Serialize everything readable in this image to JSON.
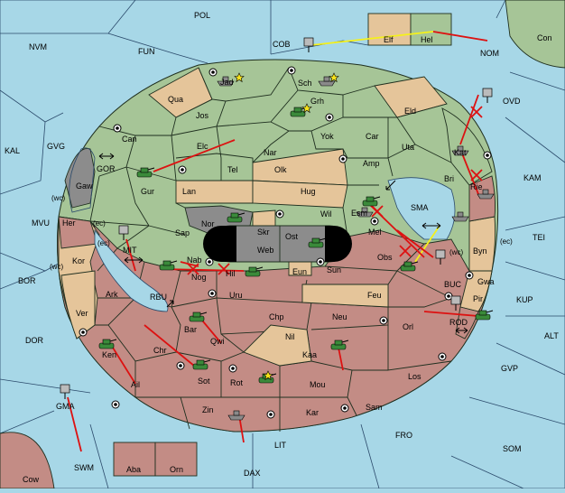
{
  "map": {
    "colors": {
      "sea": "#a7d7e7",
      "green": "#a6c597",
      "tan": "#e5c59a",
      "red": "#c38c85",
      "grey": "#8c8c8c",
      "order_arrow": "#dd1111",
      "support_line": "#f5f11a"
    },
    "sea_labels": [
      {
        "id": "pol",
        "text": "POL"
      },
      {
        "id": "fun",
        "text": "FUN"
      },
      {
        "id": "nvm",
        "text": "NVM"
      },
      {
        "id": "cob",
        "text": "COB"
      },
      {
        "id": "nom",
        "text": "NOM"
      },
      {
        "id": "con",
        "text": "Con"
      },
      {
        "id": "ovd",
        "text": "OVD"
      },
      {
        "id": "kal",
        "text": "KAL"
      },
      {
        "id": "gvg",
        "text": "GVG"
      },
      {
        "id": "gor",
        "text": "GOR"
      },
      {
        "id": "kam",
        "text": "KAM"
      },
      {
        "id": "sma",
        "text": "SMA"
      },
      {
        "id": "tei",
        "text": "TEI"
      },
      {
        "id": "mvu",
        "text": "MVU"
      },
      {
        "id": "mit",
        "text": "MIT"
      },
      {
        "id": "bor",
        "text": "BOR"
      },
      {
        "id": "rbu",
        "text": "RBU"
      },
      {
        "id": "buc",
        "text": "BUC"
      },
      {
        "id": "kup",
        "text": "KUP"
      },
      {
        "id": "rod",
        "text": "ROD"
      },
      {
        "id": "alt",
        "text": "ALT"
      },
      {
        "id": "dor",
        "text": "DOR"
      },
      {
        "id": "gvp",
        "text": "GVP"
      },
      {
        "id": "gma",
        "text": "GMA"
      },
      {
        "id": "fro",
        "text": "FRO"
      },
      {
        "id": "som",
        "text": "SOM"
      },
      {
        "id": "lit",
        "text": "LIT"
      },
      {
        "id": "swm",
        "text": "SWM"
      },
      {
        "id": "dax",
        "text": "DAX"
      },
      {
        "id": "cow",
        "text": "Cow"
      }
    ],
    "land_labels": [
      {
        "id": "elf",
        "text": "Elf"
      },
      {
        "id": "hel",
        "text": "Hel"
      },
      {
        "id": "jad",
        "text": "Jad"
      },
      {
        "id": "sch",
        "text": "Sch"
      },
      {
        "id": "qua",
        "text": "Qua"
      },
      {
        "id": "grh",
        "text": "Grh"
      },
      {
        "id": "jos",
        "text": "Jos"
      },
      {
        "id": "eld",
        "text": "Eld"
      },
      {
        "id": "can",
        "text": "Can"
      },
      {
        "id": "yok",
        "text": "Yok"
      },
      {
        "id": "car",
        "text": "Car"
      },
      {
        "id": "elc",
        "text": "Elc"
      },
      {
        "id": "nar",
        "text": "Nar"
      },
      {
        "id": "uta",
        "text": "Uta"
      },
      {
        "id": "kat",
        "text": "Kat"
      },
      {
        "id": "tel",
        "text": "Tel"
      },
      {
        "id": "amp",
        "text": "Amp"
      },
      {
        "id": "olk",
        "text": "Olk"
      },
      {
        "id": "gaw",
        "text": "Gaw"
      },
      {
        "id": "gur",
        "text": "Gur"
      },
      {
        "id": "rie",
        "text": "Rie"
      },
      {
        "id": "lan",
        "text": "Lan"
      },
      {
        "id": "hug",
        "text": "Hug"
      },
      {
        "id": "bri",
        "text": "Bri"
      },
      {
        "id": "wil",
        "text": "Wil"
      },
      {
        "id": "esm",
        "text": "Esm"
      },
      {
        "id": "her",
        "text": "Her"
      },
      {
        "id": "nor",
        "text": "Nor"
      },
      {
        "id": "skr",
        "text": "Skr"
      },
      {
        "id": "sap",
        "text": "Sap"
      },
      {
        "id": "mel",
        "text": "Mel"
      },
      {
        "id": "ost",
        "text": "Ost"
      },
      {
        "id": "web",
        "text": "Web"
      },
      {
        "id": "byn",
        "text": "Byn"
      },
      {
        "id": "kor",
        "text": "Kor"
      },
      {
        "id": "nab",
        "text": "Nab"
      },
      {
        "id": "obs",
        "text": "Obs"
      },
      {
        "id": "gwa",
        "text": "Gwa"
      },
      {
        "id": "hil",
        "text": "Hil"
      },
      {
        "id": "eun",
        "text": "Eun"
      },
      {
        "id": "sun",
        "text": "Sun"
      },
      {
        "id": "ark",
        "text": "Ark"
      },
      {
        "id": "nog",
        "text": "Nog"
      },
      {
        "id": "pir",
        "text": "Pir"
      },
      {
        "id": "uru",
        "text": "Uru"
      },
      {
        "id": "feu",
        "text": "Feu"
      },
      {
        "id": "ver",
        "text": "Ver"
      },
      {
        "id": "chp",
        "text": "Chp"
      },
      {
        "id": "neu",
        "text": "Neu"
      },
      {
        "id": "orl",
        "text": "Orl"
      },
      {
        "id": "bar",
        "text": "Bar"
      },
      {
        "id": "qwi",
        "text": "Qwi"
      },
      {
        "id": "nil",
        "text": "Nil"
      },
      {
        "id": "chr",
        "text": "Chr"
      },
      {
        "id": "ken",
        "text": "Ken"
      },
      {
        "id": "kaa",
        "text": "Kaa"
      },
      {
        "id": "los",
        "text": "Los"
      },
      {
        "id": "sot",
        "text": "Sot"
      },
      {
        "id": "rot",
        "text": "Rot"
      },
      {
        "id": "mou",
        "text": "Mou"
      },
      {
        "id": "ail",
        "text": "Ail"
      },
      {
        "id": "sam",
        "text": "Sam"
      },
      {
        "id": "zin",
        "text": "Zin"
      },
      {
        "id": "kar",
        "text": "Kar"
      },
      {
        "id": "aba",
        "text": "Aba"
      },
      {
        "id": "orn",
        "text": "Orn"
      }
    ],
    "coast_labels": [
      {
        "id": "wc1",
        "text": "(wc)"
      },
      {
        "id": "ec1",
        "text": "(ec)"
      },
      {
        "id": "ec2",
        "text": "(ec)"
      },
      {
        "id": "wc2",
        "text": "(wc)"
      },
      {
        "id": "wc3",
        "text": "(wc)"
      },
      {
        "id": "ec3",
        "text": "(ec)"
      }
    ]
  }
}
